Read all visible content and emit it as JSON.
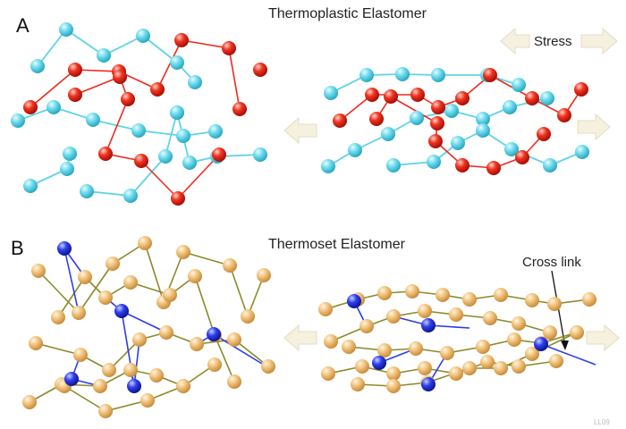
{
  "panel_a": {
    "letter": "A",
    "title": "Thermoplastic Elastomer",
    "stress_label": "Stress"
  },
  "panel_b": {
    "letter": "B",
    "title": "Thermoset Elastomer",
    "crosslink_label": "Cross link"
  },
  "credit": "LL09",
  "colors": {
    "thermoplastic_chain": "#ef2a1e",
    "amorphous_chain": "#5fd3e5",
    "thermoset_chain": "#f0c27a",
    "chain_bond": "#8a8a2a",
    "crosslink": "#2b3de8",
    "arrow_fill": "#f6f0df"
  }
}
